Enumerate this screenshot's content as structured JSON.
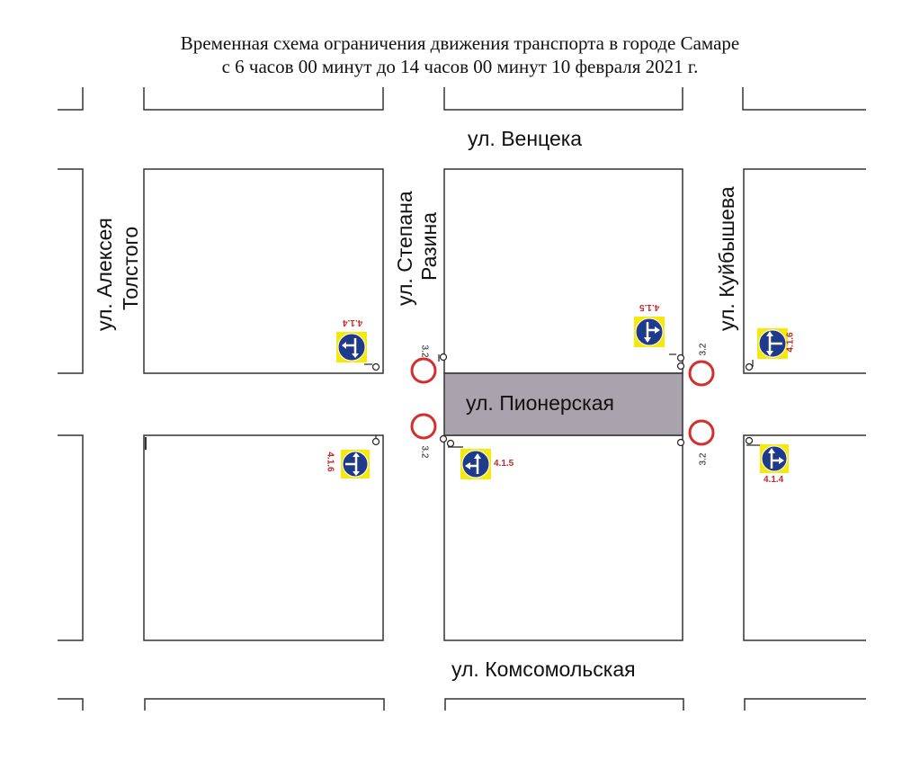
{
  "title": {
    "line1": "Временная схема ограничения движения транспорта в городе Самаре",
    "line2": "с 6 часов 00 минут до 14 часов 00 минут 10 февраля 2021 г."
  },
  "streets": {
    "ventseka": "ул. Венцека",
    "komsomolskaya": "ул. Комсомольская",
    "pionerskaya": "ул. Пионерская",
    "tolstogo_line1": "ул. Алексея",
    "tolstogo_line2": "Толстого",
    "razina_line1": "ул. Степана",
    "razina_line2": "Разина",
    "kuybysheva": "ул. Куйбышева"
  },
  "closed_segment": {
    "street": "ул. Пионерская",
    "fill_color": "#a9a3ad"
  },
  "signs": {
    "no_entry_code": "3.2",
    "no_entry_color": "#d32f2f",
    "direction_sign_bg": "#f5e90a",
    "direction_sign_circle": "#1f3a8a",
    "items": [
      {
        "code": "4.1.4",
        "position": "Tolstogo/Pionerskaya NE corner (rotated)"
      },
      {
        "code": "4.1.6",
        "position": "Tolstogo/Pionerskaya SE corner (rotated)"
      },
      {
        "code": "4.1.5",
        "position": "Razina/Pionerskaya SE corner"
      },
      {
        "code": "4.1.5",
        "position": "Kuybysheva/Pionerskaya NW corner (rotated)"
      },
      {
        "code": "4.1.6",
        "position": "Kuybysheva/Pionerskaya NE corner"
      },
      {
        "code": "4.1.4",
        "position": "Kuybysheva/Pionerskaya SE corner"
      }
    ]
  }
}
